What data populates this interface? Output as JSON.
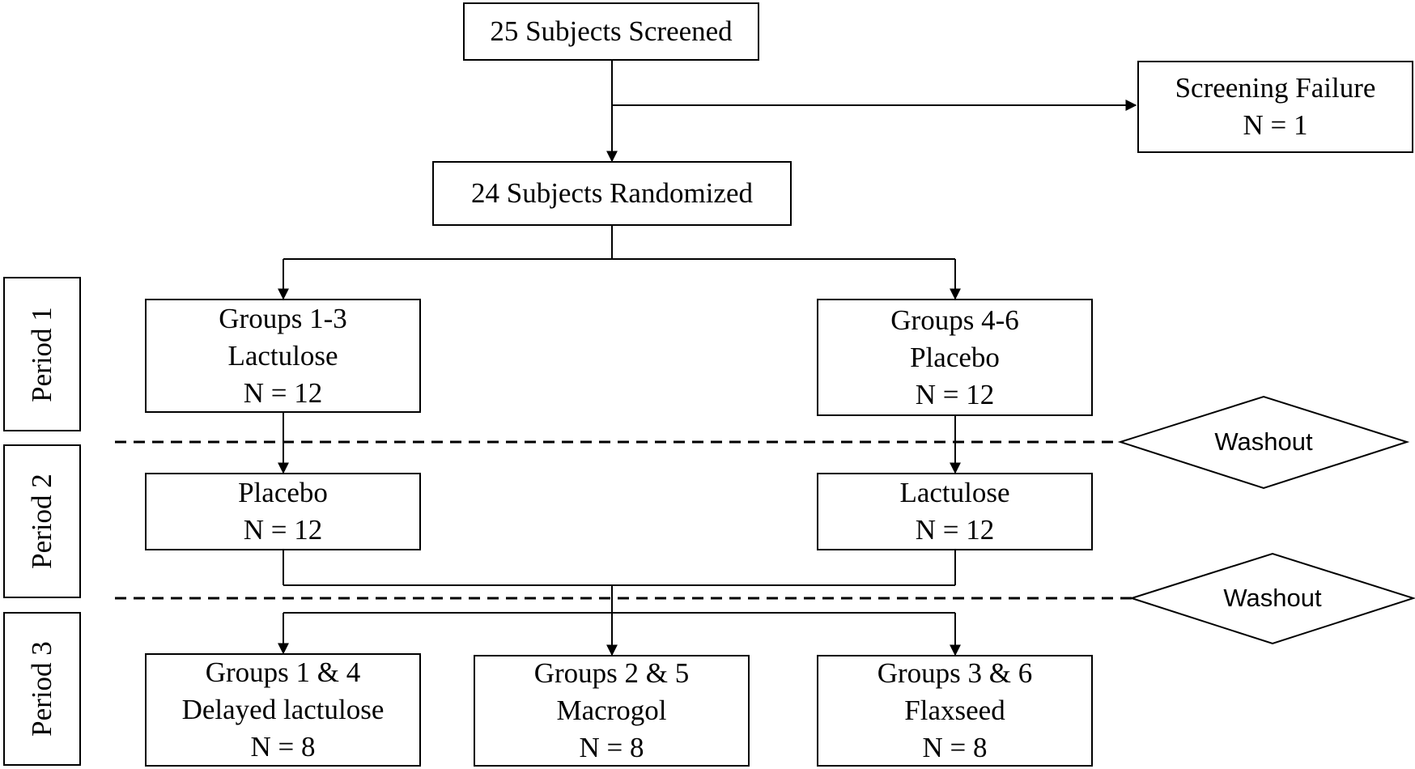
{
  "screened": {
    "line1": "25 Subjects Screened"
  },
  "screening_failure": {
    "line1": "Screening Failure",
    "line2": "N = 1"
  },
  "randomized": {
    "line1": "24 Subjects Randomized"
  },
  "periods": {
    "p1": "Period 1",
    "p2": "Period 2",
    "p3": "Period 3"
  },
  "period1": {
    "left": {
      "line1": "Groups 1-3",
      "line2": "Lactulose",
      "line3": "N = 12"
    },
    "right": {
      "line1": "Groups 4-6",
      "line2": "Placebo",
      "line3": "N = 12"
    }
  },
  "period2": {
    "left": {
      "line1": "Placebo",
      "line2": "N = 12"
    },
    "right": {
      "line1": "Lactulose",
      "line2": "N = 12"
    }
  },
  "period3": {
    "left": {
      "line1": "Groups 1 & 4",
      "line2": "Delayed lactulose",
      "line3": "N = 8"
    },
    "middle": {
      "line1": "Groups 2 & 5",
      "line2": "Macrogol",
      "line3": "N = 8"
    },
    "right": {
      "line1": "Groups 3 & 6",
      "line2": "Flaxseed",
      "line3": "N = 8"
    }
  },
  "washout": {
    "first": "Washout",
    "second": "Washout"
  }
}
